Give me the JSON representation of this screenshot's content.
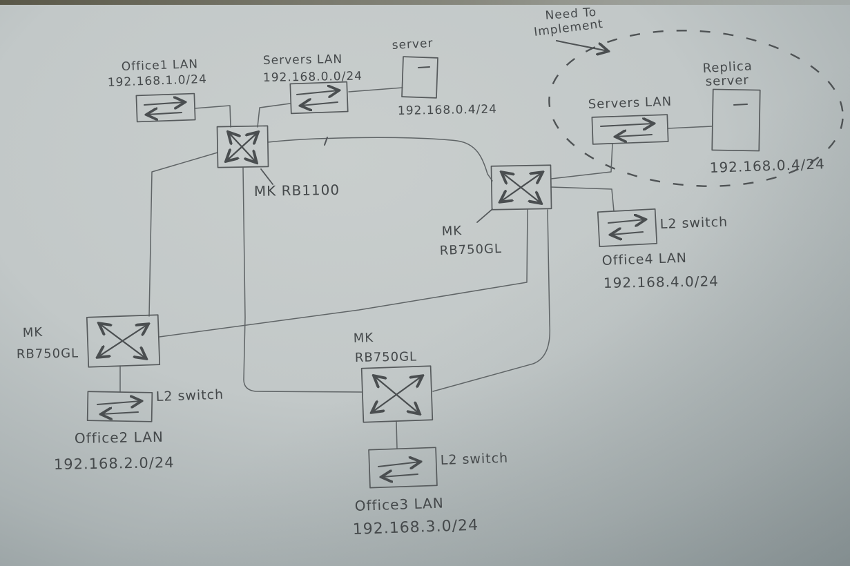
{
  "colors": {
    "pencil": "#55595b",
    "paper": "#c3c9c9"
  },
  "note": {
    "line1": "Need To",
    "line2": "Implement"
  },
  "office1": {
    "title": "Office1 LAN",
    "cidr": "192.168.1.0/24"
  },
  "servers_lan": {
    "title": "Servers LAN",
    "cidr": "192.168.0.0/24"
  },
  "server": {
    "title": "server",
    "ip": "192.168.0.4/24"
  },
  "routers": {
    "rb1100": {
      "label": "MK RB1100"
    },
    "right": {
      "brand": "MK",
      "model": "RB750GL"
    },
    "left": {
      "brand": "MK",
      "model": "RB750GL"
    },
    "bottom": {
      "brand": "MK",
      "model": "RB750GL"
    }
  },
  "office2": {
    "switch_label": "L2 switch",
    "title": "Office2 LAN",
    "cidr": "192.168.2.0/24"
  },
  "office3": {
    "switch_label": "L2 switch",
    "title": "Office3 LAN",
    "cidr": "192.168.3.0/24"
  },
  "office4": {
    "switch_label": "L2 switch",
    "title": "Office4 LAN",
    "cidr": "192.168.4.0/24"
  },
  "replica": {
    "lan_title": "Servers LAN",
    "server_title_line1": "Replica",
    "server_title_line2": "server",
    "ip": "192.168.0.4/24"
  }
}
